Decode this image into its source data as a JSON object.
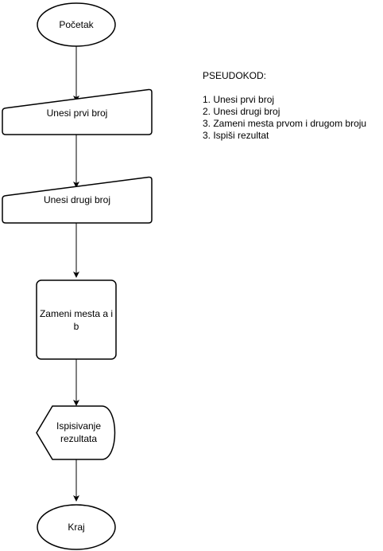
{
  "flowchart": {
    "nodes": [
      {
        "id": "start",
        "shape": "ellipse",
        "label": "Početak"
      },
      {
        "id": "input-first",
        "shape": "manual-input",
        "label": "Unesi prvi broj"
      },
      {
        "id": "input-second",
        "shape": "manual-input",
        "label": "Unesi drugi broj"
      },
      {
        "id": "swap",
        "shape": "process",
        "label": "Zameni mesta a i b"
      },
      {
        "id": "display",
        "shape": "display",
        "label": "Ispisivanje rezultata"
      },
      {
        "id": "end",
        "shape": "ellipse",
        "label": "Kraj"
      }
    ],
    "edges": [
      {
        "from": "start",
        "to": "input-first"
      },
      {
        "from": "input-first",
        "to": "input-second"
      },
      {
        "from": "input-second",
        "to": "swap"
      },
      {
        "from": "swap",
        "to": "display"
      },
      {
        "from": "display",
        "to": "end"
      }
    ]
  },
  "pseudocode": {
    "title": "PSEUDOKOD:",
    "lines": [
      "1. Unesi prvi broj",
      "2. Unesi drugi broj",
      "3. Zameni mesta prvom i drugom broju",
      "3. Ispiši rezultat"
    ]
  },
  "colors": {
    "stroke": "#000000",
    "fill": "#ffffff",
    "text": "#000000"
  }
}
